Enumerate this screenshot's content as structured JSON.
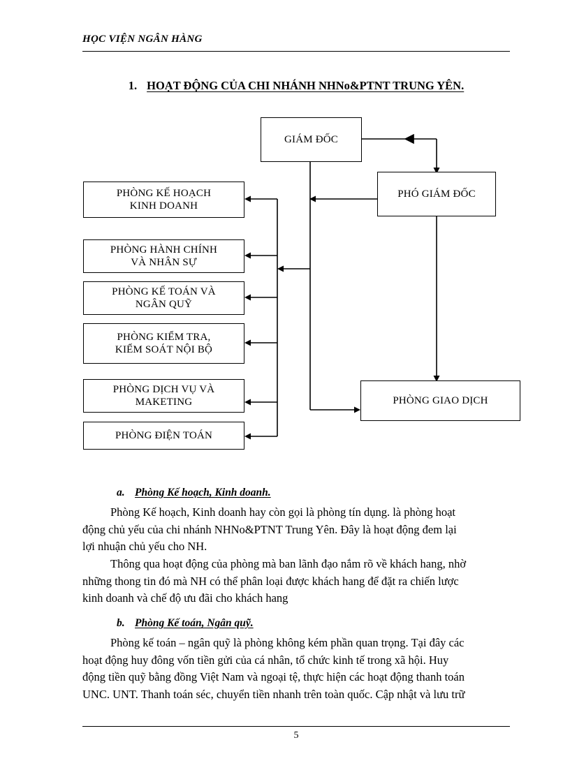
{
  "header": {
    "institution": "HỌC VIỆN NGÂN HÀNG"
  },
  "title": {
    "number": "1.",
    "text": "HOẠT ĐỘNG CỦA CHI NHÁNH NHNo&PTNT TRUNG YÊN."
  },
  "org_chart": {
    "nodes": {
      "director": "GIÁM ĐỐC",
      "deputy_director": "PHÓ GIÁM ĐỐC",
      "transaction_office": "PHÒNG GIAO DỊCH",
      "planning_business_line1": "PHÒNG KẾ HOẠCH",
      "planning_business_line2": "KINH DOANH",
      "admin_hr_line1": "PHÒNG HÀNH CHÍNH",
      "admin_hr_line2": "VÀ NHÂN SỰ",
      "accounting_treasury_line1": "PHÒNG KẾ TOÁN VÀ",
      "accounting_treasury_line2": "NGÂN QUỸ",
      "inspection_line1": "PHÒNG KIỂM TRA,",
      "inspection_line2": "KIỂM SOÁT NỘI BỘ",
      "service_marketing_line1": "PHÒNG DỊCH VỤ VÀ",
      "service_marketing_line2": "MAKETING",
      "it_department": "PHÒNG ĐIỆN TOÁN"
    }
  },
  "sections": [
    {
      "marker": "a.",
      "heading": "Phòng Kế hoạch, Kinh doanh.",
      "paragraphs": [
        [
          "Phòng Kế hoạch, Kinh doanh hay còn gọi là phòng tín dụng. là phòng hoạt",
          "động chủ yếu của chi nhánh NHNo&PTNT Trung Yên. Đây là hoạt động đem lại",
          "lợi nhuận chủ yếu cho NH."
        ],
        [
          "Thông qua hoạt động của phòng mà ban lãnh đạo nắm rõ về khách hang, nhờ",
          "những thong tin đó mà NH có thể phân loại được khách hang để đặt ra chiến lược",
          "kinh doanh và chế độ ưu đãi cho khách hang"
        ]
      ]
    },
    {
      "marker": "b.",
      "heading": "Phòng Kế toán, Ngân quỹ.",
      "paragraphs": [
        [
          "Phòng kế toán – ngân quỹ là phòng không kém phần quan trọng. Tại đây các",
          "hoạt động huy đông vốn tiền gửi của cá nhân, tổ chức kinh tế trong xã hội. Huy",
          "động tiền quỹ bằng đồng Việt Nam và ngoại tệ, thực hiện các hoạt động thanh toán",
          "UNC. UNT. Thanh toán séc, chuyển tiền nhanh trên toàn quốc. Cập nhật và lưu trữ"
        ]
      ]
    }
  ],
  "footer": {
    "page_number": "5"
  }
}
